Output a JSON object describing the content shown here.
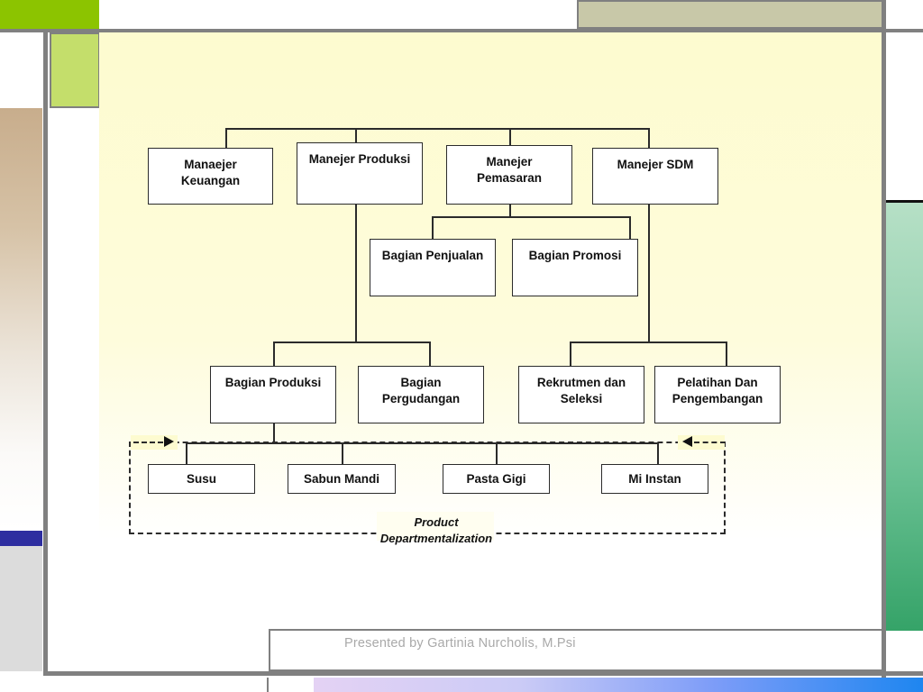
{
  "slide": {
    "footer_credit": "Presented by Gartinia Nurcholis, M.Psi",
    "annotation_label": "Product\nDepartmentalization",
    "annotation_label_line1": "Product",
    "annotation_label_line2": "Departmentalization"
  },
  "colors": {
    "canvas_top": "#FDFBCF",
    "frame_line": "#808080",
    "top_tab_green": "#8CC400",
    "top_bar_khaki": "#C8C8A8",
    "left_chip_green": "#C4DE6B",
    "left_blue_bar": "#2E2EA0",
    "left_gradient_tan": "#C8AD8C",
    "right_gradient_green_light": "#B6E0C6",
    "right_gradient_green_dark": "#35A368",
    "bottom_gradient_start": "#E4D2F4",
    "bottom_gradient_end": "#1E86F0",
    "node_border": "#2B2B2B",
    "node_fill": "#FFFFFF",
    "footer_text": "#A9A9A9"
  },
  "chart_data": {
    "type": "diagram",
    "title": "Product Departmentalization",
    "levels": [
      {
        "level": 1,
        "nodes": [
          {
            "id": "mgr-keuangan",
            "label": "Manaejer\nKeuangan",
            "line1": "Manaejer",
            "line2": "Keuangan"
          },
          {
            "id": "mgr-produksi",
            "label": "Manejer Produksi",
            "line1": "Manejer Produksi",
            "line2": ""
          },
          {
            "id": "mgr-pemasaran",
            "label": "Manejer\nPemasaran",
            "line1": "Manejer",
            "line2": "Pemasaran"
          },
          {
            "id": "mgr-sdm",
            "label": "Manejer SDM",
            "line1": "Manejer SDM",
            "line2": ""
          }
        ]
      },
      {
        "level": 2,
        "nodes": [
          {
            "id": "bagian-penjualan",
            "label": "Bagian Penjualan",
            "line1": "Bagian Penjualan",
            "line2": ""
          },
          {
            "id": "bagian-promosi",
            "label": "Bagian Promosi",
            "line1": "Bagian Promosi",
            "line2": ""
          }
        ]
      },
      {
        "level": 3,
        "nodes": [
          {
            "id": "bagian-produksi",
            "label": "Bagian Produksi",
            "line1": "Bagian Produksi",
            "line2": ""
          },
          {
            "id": "bagian-pergudangan",
            "label": "Bagian\nPergudangan",
            "line1": "Bagian",
            "line2": "Pergudangan"
          },
          {
            "id": "rekrutmen-seleksi",
            "label": "Rekrutmen dan\nSeleksi",
            "line1": "Rekrutmen dan",
            "line2": "Seleksi"
          },
          {
            "id": "pelatihan",
            "label": "Pelatihan Dan\nPengembangan",
            "line1": "Pelatihan Dan",
            "line2": "Pengembangan"
          }
        ]
      },
      {
        "level": 4,
        "nodes": [
          {
            "id": "susu",
            "label": "Susu",
            "line1": "Susu",
            "line2": ""
          },
          {
            "id": "sabun-mandi",
            "label": "Sabun Mandi",
            "line1": "Sabun Mandi",
            "line2": ""
          },
          {
            "id": "pasta-gigi",
            "label": "Pasta Gigi",
            "line1": "Pasta Gigi",
            "line2": ""
          },
          {
            "id": "mi-instan",
            "label": "Mi Instan",
            "line1": "Mi Instan",
            "line2": ""
          }
        ]
      }
    ],
    "edges": [
      {
        "from": "root-bus",
        "to": "mgr-keuangan"
      },
      {
        "from": "root-bus",
        "to": "mgr-produksi"
      },
      {
        "from": "root-bus",
        "to": "mgr-pemasaran"
      },
      {
        "from": "root-bus",
        "to": "mgr-sdm"
      },
      {
        "from": "mgr-pemasaran",
        "to": "bagian-penjualan"
      },
      {
        "from": "mgr-pemasaran",
        "to": "bagian-promosi"
      },
      {
        "from": "mgr-produksi",
        "to": "bagian-produksi"
      },
      {
        "from": "mgr-produksi",
        "to": "bagian-pergudangan"
      },
      {
        "from": "mgr-sdm",
        "to": "rekrutmen-seleksi"
      },
      {
        "from": "mgr-sdm",
        "to": "pelatihan"
      },
      {
        "from": "bagian-produksi",
        "to": "susu"
      },
      {
        "from": "bagian-produksi",
        "to": "sabun-mandi"
      },
      {
        "from": "bagian-produksi",
        "to": "pasta-gigi"
      },
      {
        "from": "bagian-produksi",
        "to": "mi-instan"
      }
    ],
    "annotation": {
      "label": "Product Departmentalization",
      "style": "dash-dot bounding box with inward arrows",
      "targets": [
        "susu",
        "sabun-mandi",
        "pasta-gigi",
        "mi-instan"
      ]
    }
  }
}
